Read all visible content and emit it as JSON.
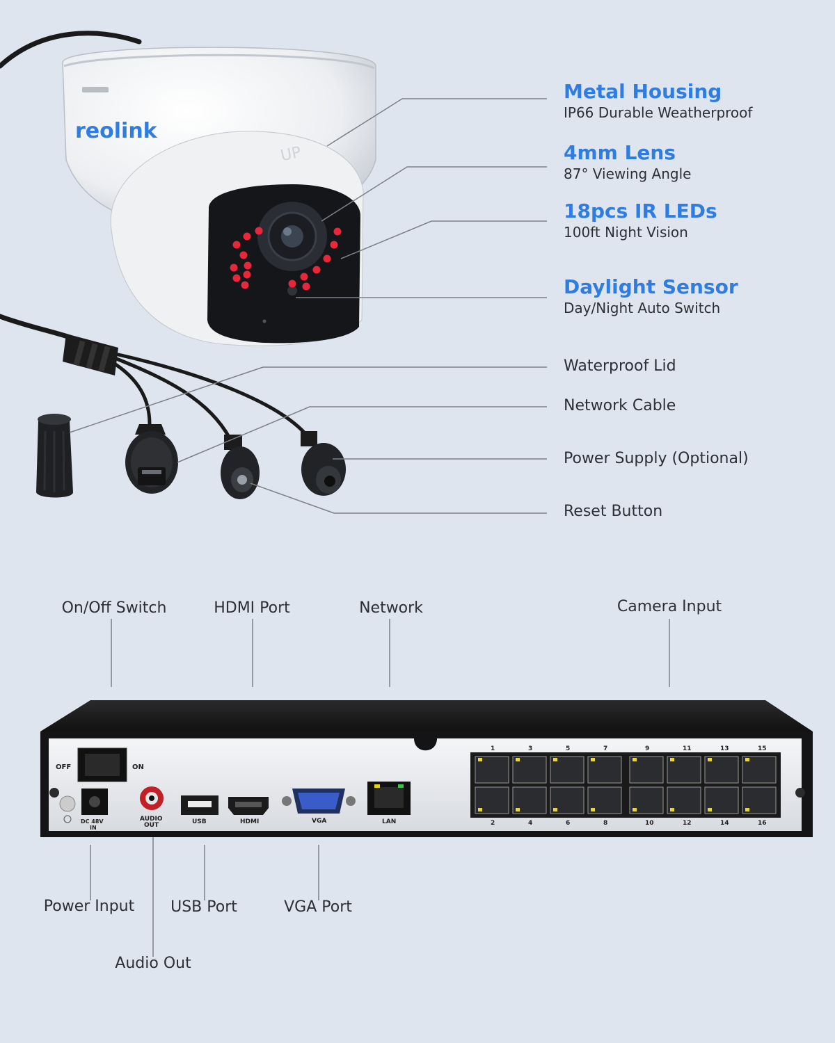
{
  "brand": "reolink",
  "camera_features": [
    {
      "title": "Metal Housing",
      "subtitle": "IP66 Durable Weatherproof"
    },
    {
      "title": "4mm Lens",
      "subtitle": "87° Viewing Angle"
    },
    {
      "title": "18pcs IR LEDs",
      "subtitle": "100ft Night Vision"
    },
    {
      "title": "Daylight Sensor",
      "subtitle": "Day/Night Auto Switch"
    }
  ],
  "cable_parts": [
    "Waterproof Lid",
    "Network Cable",
    "Power Supply (Optional)",
    "Reset Button"
  ],
  "nvr_top_labels": [
    "On/Off Switch",
    "HDMI Port",
    "Network",
    "Camera Input"
  ],
  "nvr_bottom_labels": [
    "Power Input",
    "USB Port",
    "VGA Port",
    "Audio Out"
  ],
  "nvr_panel": {
    "off": "OFF",
    "on": "ON",
    "dc": "DC 48V",
    "dc_in": "IN",
    "audio": "AUDIO",
    "audio_out": "OUT",
    "usb": "USB",
    "hdmi": "HDMI",
    "vga": "VGA",
    "lan": "LAN",
    "ports_top": [
      "1",
      "3",
      "5",
      "7",
      "9",
      "11",
      "13",
      "15"
    ],
    "ports_bottom": [
      "2",
      "4",
      "6",
      "8",
      "10",
      "12",
      "14",
      "16"
    ]
  },
  "colors": {
    "accent": "#2f7de1",
    "ir_led": "#e8283a",
    "background": "#dfe5ef"
  }
}
